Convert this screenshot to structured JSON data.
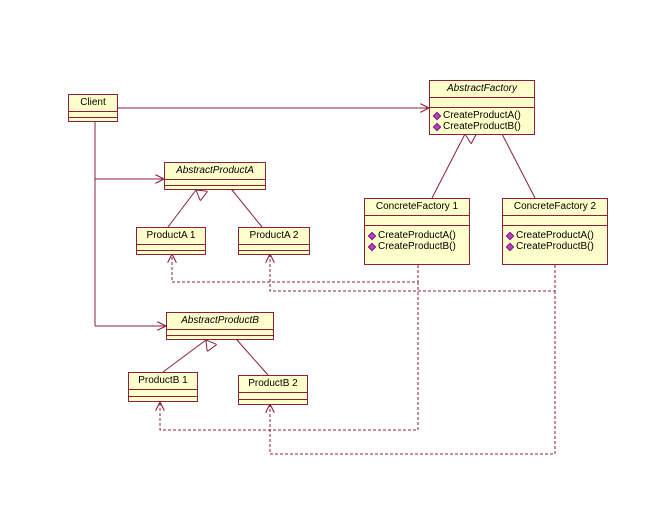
{
  "classes": {
    "client": {
      "name": "Client",
      "abstract": false
    },
    "abstract_factory": {
      "name": "AbstractFactory",
      "abstract": true,
      "operations": [
        "CreateProductA()",
        "CreateProductB()"
      ]
    },
    "concrete_factory_1": {
      "name": "ConcreteFactory 1",
      "abstract": false,
      "operations": [
        "CreateProductA()",
        "CreateProductB()"
      ]
    },
    "concrete_factory_2": {
      "name": "ConcreteFactory 2",
      "abstract": false,
      "operations": [
        "CreateProductA()",
        "CreateProductB()"
      ]
    },
    "abstract_product_a": {
      "name": "AbstractProductA",
      "abstract": true
    },
    "product_a1": {
      "name": "ProductA 1",
      "abstract": false
    },
    "product_a2": {
      "name": "ProductA 2",
      "abstract": false
    },
    "abstract_product_b": {
      "name": "AbstractProductB",
      "abstract": true
    },
    "product_b1": {
      "name": "ProductB 1",
      "abstract": false
    },
    "product_b2": {
      "name": "ProductB 2",
      "abstract": false
    }
  },
  "colors": {
    "line": "#8c1f3b",
    "fill": "#ffffcc",
    "operation_icon": "#c23cc9"
  },
  "icons": {
    "operation": "operation-diamond-icon"
  }
}
